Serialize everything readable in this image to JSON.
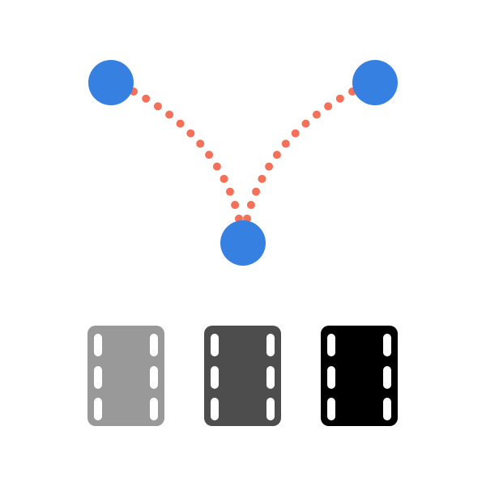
{
  "colors": {
    "node": "#3580E0",
    "edge": "#F47058",
    "film_light": "#999999",
    "film_medium": "#4D4D4D",
    "film_dark": "#000000",
    "film_hole": "#FFFFFF"
  },
  "nodes": [
    {
      "id": "node-top-left",
      "icon": "circle-node"
    },
    {
      "id": "node-top-right",
      "icon": "circle-node"
    },
    {
      "id": "node-bottom",
      "icon": "circle-node"
    }
  ],
  "edges": [
    {
      "from": "node-top-left",
      "to": "node-bottom",
      "style": "dotted"
    },
    {
      "from": "node-top-right",
      "to": "node-bottom",
      "style": "dotted"
    }
  ],
  "icons": [
    {
      "name": "film-strip-icon-light",
      "color_key": "film_light"
    },
    {
      "name": "film-strip-icon-medium",
      "color_key": "film_medium"
    },
    {
      "name": "film-strip-icon-dark",
      "color_key": "film_dark"
    }
  ]
}
